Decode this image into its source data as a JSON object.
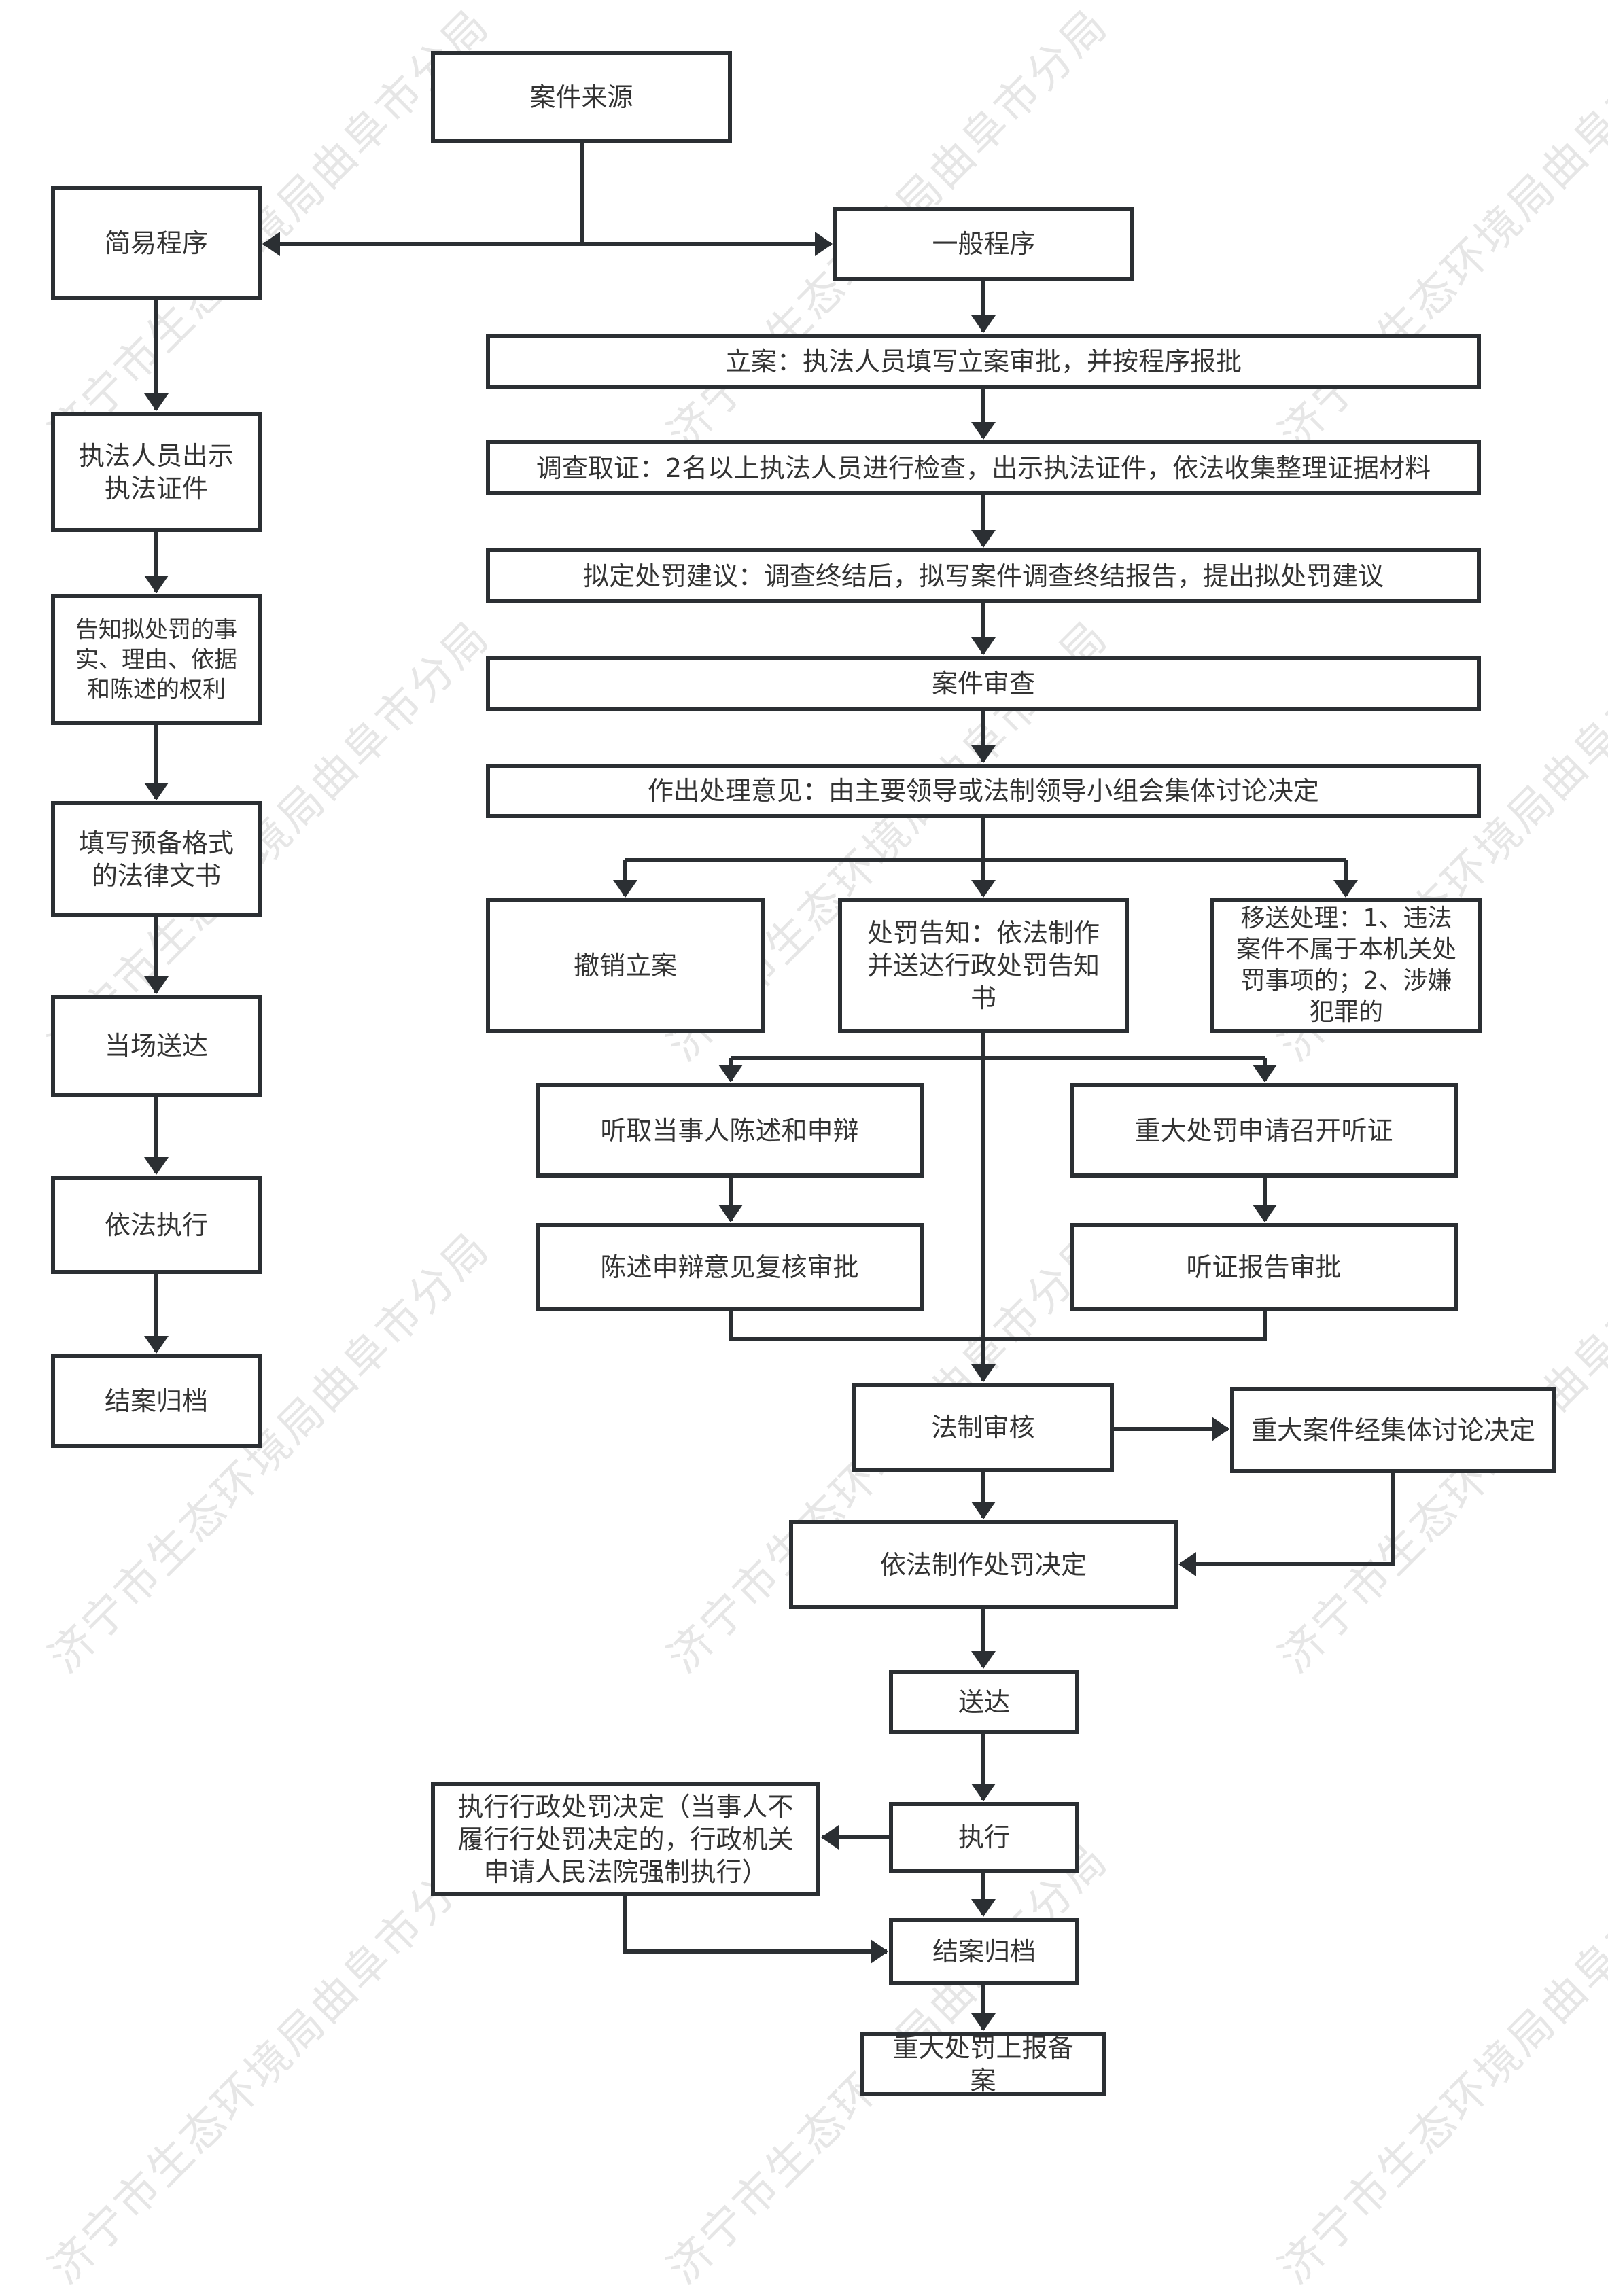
{
  "watermark": "济宁市生态环境局曲阜市分局",
  "colors": {
    "stroke": "#2b2f33",
    "text": "#333333",
    "watermark": "#e6e6e6",
    "background": "#ffffff"
  },
  "nodes": {
    "source": "案件来源",
    "simple": "简易程序",
    "general": "一般程序",
    "simple_show_id": "执法人员出示执法证件",
    "simple_notify": "告知拟处罚的事实、理由、依据和陈述的权利",
    "simple_fill": "填写预备格式的法律文书",
    "simple_deliver": "当场送达",
    "simple_execute": "依法执行",
    "simple_close": "结案归档",
    "filing": "立案：执法人员填写立案审批，并按程序报批",
    "investigation": "调查取证：2名以上执法人员进行检查，出示执法证件，依法收集整理证据材料",
    "proposal": "拟定处罚建议：调查终结后，拟写案件调查终结报告，提出拟处罚建议",
    "review": "案件审查",
    "opinion": "作出处理意见：由主要领导或法制领导小组会集体讨论决定",
    "revoke": "撤销立案",
    "notice": "处罚告知：依法制作并送达行政处罚告知书",
    "transfer": "移送处理：1、违法案件不属于本机关处罚事项的；2、涉嫌犯罪的",
    "hear_statement": "听取当事人陈述和申辩",
    "hearing_request": "重大处罚申请召开听证",
    "statement_review": "陈述申辩意见复核审批",
    "hearing_report": "听证报告审批",
    "legal_review": "法制审核",
    "collective": "重大案件经集体讨论决定",
    "decision": "依法制作处罚决定",
    "deliver": "送达",
    "execute": "执行",
    "enforce": "执行行政处罚决定（当事人不履行行处罚决定的，行政机关申请人民法院强制执行）",
    "close": "结案归档",
    "report": "重大处罚上报备案"
  }
}
